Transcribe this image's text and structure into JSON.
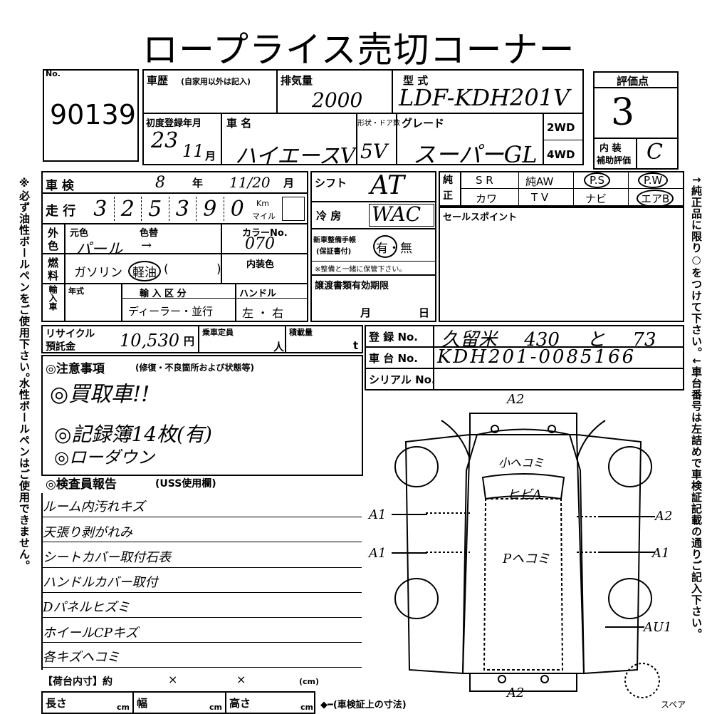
{
  "header": {
    "title": "ロープライス売切コーナー"
  },
  "lot": {
    "label": "No.",
    "number": "90139"
  },
  "rating": {
    "label": "評価点",
    "score": "3",
    "interior_label_1": "内 装",
    "interior_label_2": "補助評価",
    "interior_grade": "C"
  },
  "history": {
    "label": "車歴",
    "sub": "(自家用以外は記入)"
  },
  "displacement": {
    "label": "排気量",
    "value": "2000"
  },
  "model": {
    "label": "型 式",
    "value": "LDF-KDH201V"
  },
  "first_reg": {
    "label": "初度登録年月",
    "year": "23",
    "month": "11",
    "month_unit": "月"
  },
  "car_name": {
    "label": "車 名",
    "value": "ハイエースV"
  },
  "doors": {
    "label": "形状・ドア数",
    "value": "5V"
  },
  "grade": {
    "label": "グレード",
    "value": "スーパーGL"
  },
  "drive": {
    "opt1": "2WD",
    "opt2": "4WD"
  },
  "inspection": {
    "label": "車 検",
    "year": "8",
    "year_unit": "年",
    "month": "11/20",
    "month_unit": "月"
  },
  "mileage": {
    "label": "走 行",
    "digits": [
      "3",
      "2",
      "5",
      "3",
      "9",
      "0"
    ],
    "unit_top": "Km",
    "unit_bottom": "マイル"
  },
  "exterior": {
    "label_1": "外",
    "label_2": "色",
    "orig_label": "元色",
    "repaint_label": "色替",
    "orig_value": "パール",
    "repaint_value": "→",
    "color_no_label": "カラーNo.",
    "color_no": "070"
  },
  "fuel": {
    "label_1": "燃",
    "label_2": "料",
    "value": "ガソリン",
    "circled": "軽油",
    "paren_open": "(",
    "paren_close": ")",
    "interior_color_label": "内装色"
  },
  "import": {
    "label": "輸入車",
    "year_label": "年式",
    "type_label": "輸 入 区 分",
    "type_value": "ディーラー・並行",
    "handle_label": "ハンドル",
    "handle_value": "左 ・ 右"
  },
  "shift": {
    "label": "シフト",
    "value": "AT"
  },
  "ac": {
    "label": "冷 房",
    "value": "WAC"
  },
  "manual": {
    "label_1": "新車整備手帳",
    "label_2": "(保証書付)",
    "choice": "有・無",
    "note": "※整備と一緒に保管下さい。"
  },
  "transfer": {
    "label": "譲渡書類有効期限",
    "month_unit": "月",
    "day_unit": "日"
  },
  "equipment": {
    "label_1": "純",
    "label_2": "正",
    "row1": [
      "S R",
      "純AW",
      "P.S",
      "P.W"
    ],
    "row2": [
      "カワ",
      "T V",
      "ナビ",
      "エアB"
    ]
  },
  "sales_point": {
    "label": "セールスポイント"
  },
  "recycle": {
    "label_1": "リサイクル",
    "label_2": "預託金",
    "value": "10,530",
    "unit": "円"
  },
  "capacity": {
    "label": "乗車定員",
    "unit": "人"
  },
  "load": {
    "label": "積載量",
    "unit": "t"
  },
  "registration": {
    "label": "登 録 No.",
    "value": "久留米 430 と 73"
  },
  "chassis": {
    "label": "車 台 No.",
    "value": "KDH201-0085166"
  },
  "serial": {
    "label": "シリアル No."
  },
  "notes": {
    "label": "◎注意事項",
    "sub": "(修復・不良箇所および状態等)",
    "lines": [
      "◎買取車!!",
      "◎記録簿14枚(有)",
      "◎ローダウン"
    ]
  },
  "report": {
    "label": "◎検査員報告",
    "sub": "(USS使用欄)",
    "lines": [
      "ルーム内汚れキズ",
      "天張り剥がれみ",
      "シートカバー取付石表",
      "ハンドルカバー取付",
      "Dパネルヒズミ",
      "ホイールCPキズ",
      "各キズヘコミ"
    ]
  },
  "diagram": {
    "labels": [
      "A2",
      "小ヘコミ",
      "ヒビA",
      "A1",
      "A2",
      "A1",
      "Pヘコミ",
      "A1",
      "AU1",
      "A2"
    ],
    "spare_label": "スペア"
  },
  "cargo": {
    "label": "【荷台内寸】約",
    "x1": "×",
    "x2": "×",
    "unit": "(cm)",
    "length_label": "長さ",
    "width_label": "幅",
    "height_label": "高さ",
    "cm": "cm",
    "note": "◆━(車検証上の寸法)"
  },
  "left_margin": {
    "line1": "※必ず油性ボールペンをご使用下さい。",
    "line2": "水性ボールペンはご使用できません。"
  },
  "right_margin": {
    "line1": "↑純正品に限り○をつけて下さい。",
    "line2": "↓車台番号は左詰めで車検証記載の通りご記入下さい。"
  }
}
